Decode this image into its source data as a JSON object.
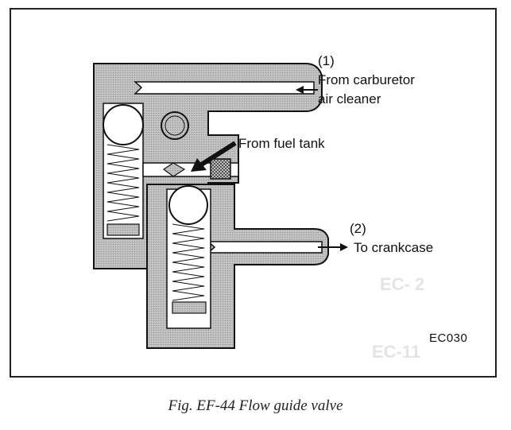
{
  "labels": {
    "inlet_number": "(1)",
    "inlet_line1": "From carburetor",
    "inlet_line2": "air cleaner",
    "fuel_tank": "From fuel tank",
    "outlet_number": "(2)",
    "outlet_text": "To crankcase",
    "figure_code": "EC030"
  },
  "background_marks": [
    "EC- 2",
    "EC-11"
  ],
  "caption": "Fig. EF-44  Flow guide valve",
  "colors": {
    "metal_fill": "#b9b9b9",
    "line": "#111111",
    "passage": "#ffffff",
    "ghost_text": "#e4e4e4"
  }
}
